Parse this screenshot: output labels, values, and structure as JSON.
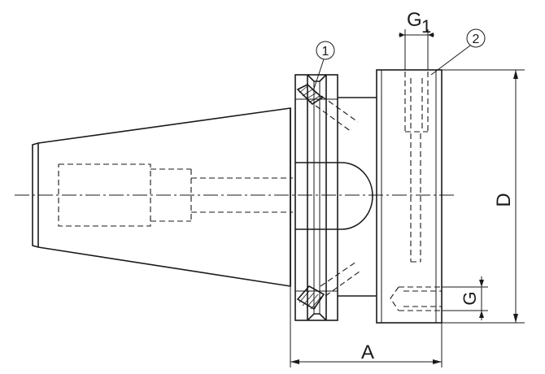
{
  "labels": {
    "g1_main": "G",
    "g1_sub": "1",
    "d": "D",
    "g": "G",
    "a": "A"
  },
  "callouts": [
    {
      "number": "1"
    },
    {
      "number": "2"
    }
  ]
}
